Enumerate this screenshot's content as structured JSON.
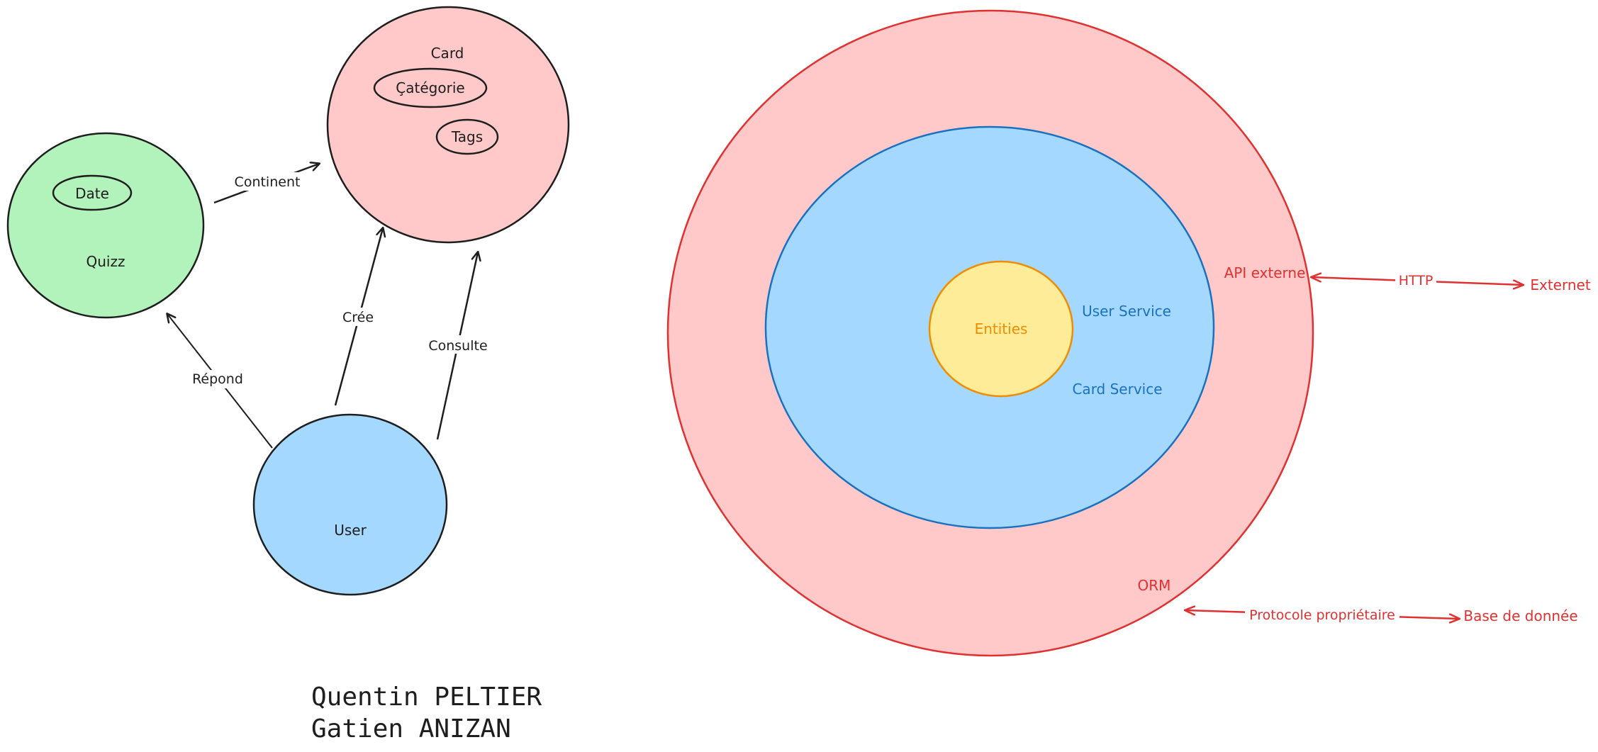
{
  "left_diagram": {
    "quizz": {
      "label": "Quizz",
      "inner": "Date"
    },
    "card": {
      "label": "Card",
      "inner_categorie": "Çatégorie",
      "inner_tags": "Tags"
    },
    "user": {
      "label": "User"
    },
    "edges": {
      "continent": "Continent",
      "cree": "Crée",
      "consulte": "Consulte",
      "repond": "Répond"
    }
  },
  "right_diagram": {
    "entities": "Entities",
    "user_service": "User Service",
    "card_service": "Card Service",
    "api_externe": "API externe",
    "http": "HTTP",
    "externet": "Externet",
    "orm": "ORM",
    "protocole": "Protocole propriétaire",
    "base": "Base de donnée"
  },
  "authors": {
    "line1": "Quentin PELTIER",
    "line2": "Gatien ANIZAN"
  },
  "colors": {
    "green_fill": "#b2f2bb",
    "pink_fill": "#ffc9c9",
    "blue_fill": "#a5d8ff",
    "yellow_fill": "#ffec99",
    "stroke_dark": "#1e1e1e",
    "red": "#e03131",
    "blue": "#1971c2",
    "orange": "#f08c00"
  }
}
